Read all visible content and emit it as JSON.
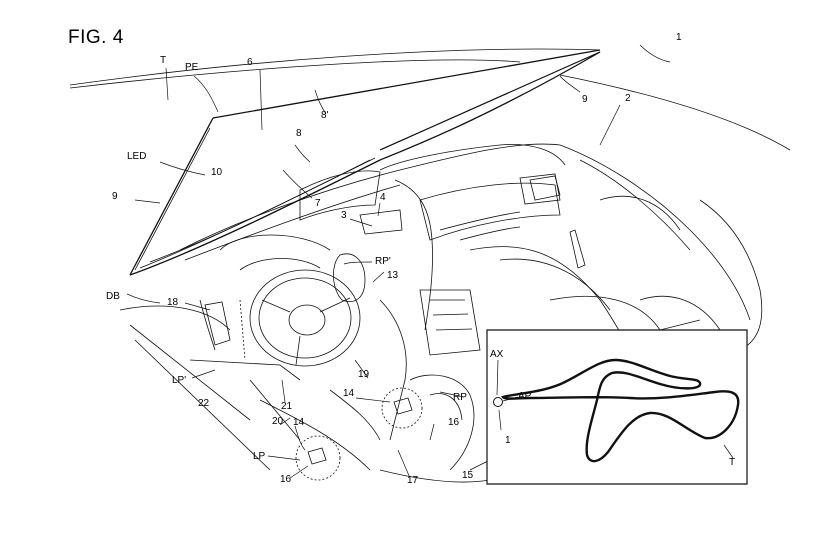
{
  "figure": {
    "title": "FIG. 4",
    "labels": {
      "l_1_top": "1",
      "l_T_top": "T",
      "l_PE": "PE",
      "l_6": "6",
      "l_8p": "8'",
      "l_9_right": "9",
      "l_2": "2",
      "l_8": "8",
      "l_LED": "LED",
      "l_10": "10",
      "l_9_left": "9",
      "l_7": "7",
      "l_3": "3",
      "l_4": "4",
      "l_RPp": "RP'",
      "l_13": "13",
      "l_DB": "DB",
      "l_18": "18",
      "l_LPp": "LP'",
      "l_22": "22",
      "l_19": "19",
      "l_14a": "14",
      "l_RP": "RP",
      "l_16a": "16",
      "l_21": "21",
      "l_20": "20",
      "l_14b": "14",
      "l_LP": "LP",
      "l_16b": "16",
      "l_17": "17",
      "l_15": "15",
      "l_AX": "AX",
      "l_AP": "AP",
      "l_1_inset": "1",
      "l_T_inset": "T"
    }
  }
}
